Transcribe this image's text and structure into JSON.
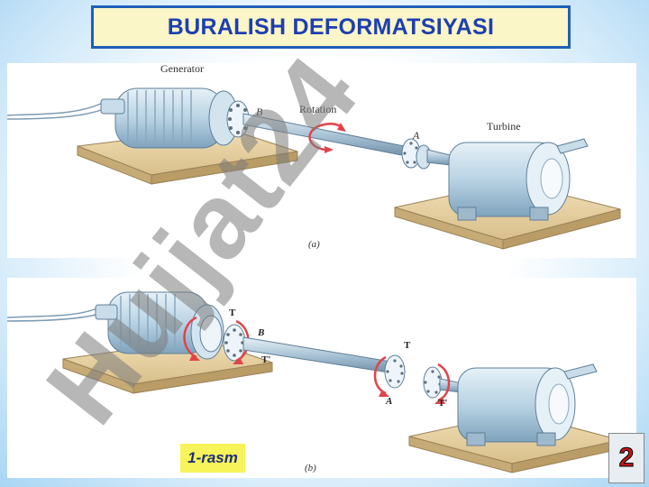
{
  "title": "BURALISH DEFORMATSIYASI",
  "figure_a": {
    "generator_label": "Generator",
    "rotation_label": "Rotation",
    "turbine_label": "Turbine",
    "point_a": "A",
    "point_b": "B",
    "caption": "(a)"
  },
  "figure_b": {
    "point_a": "A",
    "point_b": "B",
    "torque_t": "T",
    "torque_t_prime": "T'",
    "caption": "(b)"
  },
  "figure_caption": "1-rasm",
  "page_number": "2",
  "watermark": "Hujjat24",
  "colors": {
    "title_text": "#1d3fb0",
    "title_border": "#1f5fb8",
    "title_bg": "#fbf6c8",
    "caption_bg": "#f7f35a",
    "page_number": "#c01818",
    "watermark_gray": "#7c7c7c",
    "watermark_blue": "#5a6fe0"
  }
}
